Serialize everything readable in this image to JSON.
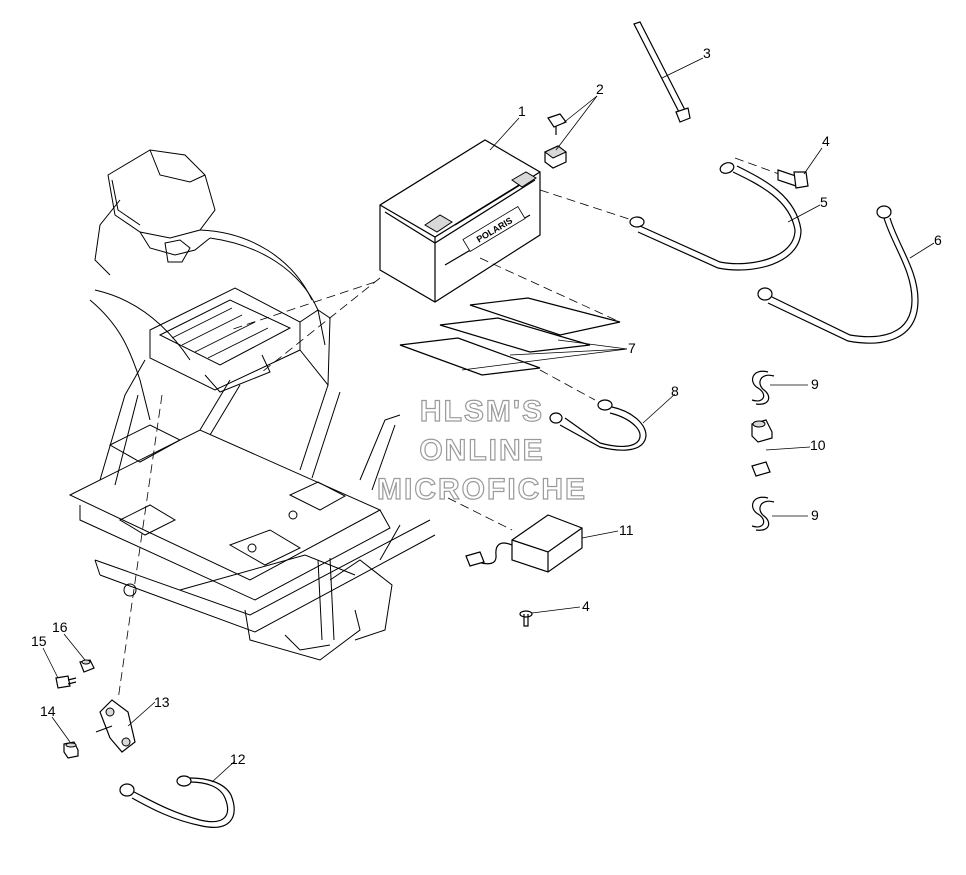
{
  "diagram": {
    "callouts": [
      {
        "key": "c1",
        "label": "1"
      },
      {
        "key": "c2",
        "label": "2"
      },
      {
        "key": "c3",
        "label": "3"
      },
      {
        "key": "c4a",
        "label": "4"
      },
      {
        "key": "c5",
        "label": "5"
      },
      {
        "key": "c6",
        "label": "6"
      },
      {
        "key": "c7",
        "label": "7"
      },
      {
        "key": "c8",
        "label": "8"
      },
      {
        "key": "c9a",
        "label": "9"
      },
      {
        "key": "c10",
        "label": "10"
      },
      {
        "key": "c9b",
        "label": "9"
      },
      {
        "key": "c11",
        "label": "11"
      },
      {
        "key": "c4b",
        "label": "4"
      },
      {
        "key": "c12",
        "label": "12"
      },
      {
        "key": "c13",
        "label": "13"
      },
      {
        "key": "c14",
        "label": "14"
      },
      {
        "key": "c15",
        "label": "15"
      },
      {
        "key": "c16",
        "label": "16"
      }
    ],
    "battery_label": "POLARIS",
    "watermark": {
      "line1": "HLSM'S",
      "line2": "ONLINE",
      "line3": "MICROFICHE"
    },
    "colors": {
      "ink": "#000000",
      "paper": "#ffffff",
      "watermark_outline": "#9a9a9a"
    }
  }
}
